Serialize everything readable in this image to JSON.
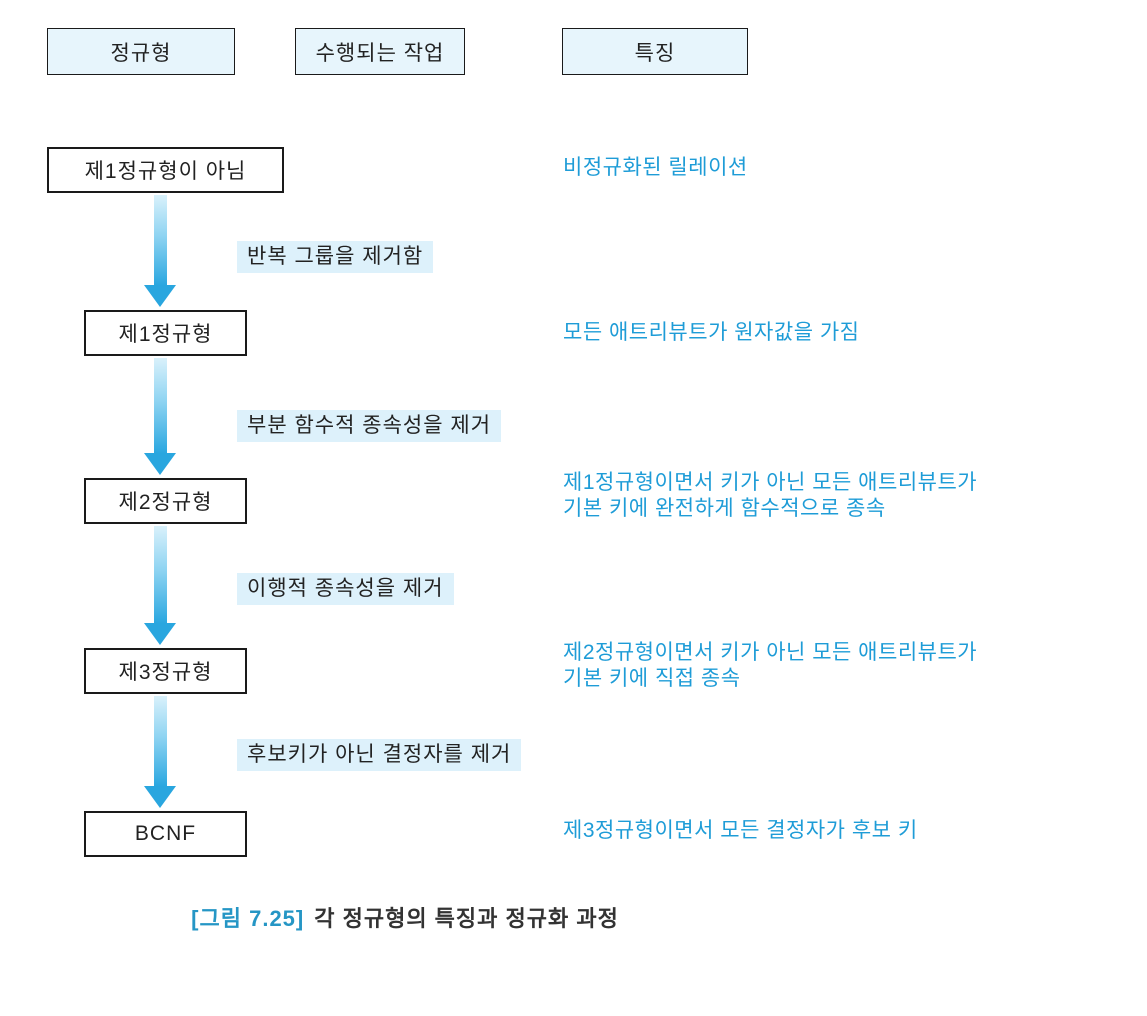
{
  "headers": {
    "col1": "정규형",
    "col2": "수행되는 작업",
    "col3": "특징"
  },
  "flow": {
    "nodes": [
      {
        "label": "제1정규형이 아님"
      },
      {
        "label": "제1정규형"
      },
      {
        "label": "제2정규형"
      },
      {
        "label": "제3정규형"
      },
      {
        "label": "BCNF"
      }
    ],
    "actions": [
      "반복 그룹을 제거함",
      "부분 함수적 종속성을 제거",
      "이행적 종속성을 제거",
      "후보키가 아닌 결정자를 제거"
    ],
    "features": [
      {
        "lines": [
          "비정규화된 릴레이션"
        ]
      },
      {
        "lines": [
          "모든 애트리뷰트가 원자값을 가짐"
        ]
      },
      {
        "lines": [
          "제1정규형이면서 키가 아닌 모든 애트리뷰트가",
          "기본 키에 완전하게 함수적으로 종속"
        ]
      },
      {
        "lines": [
          "제2정규형이면서 키가 아닌 모든 애트리뷰트가",
          "기본 키에 직접 종속"
        ]
      },
      {
        "lines": [
          "제3정규형이면서 모든 결정자가 후보 키"
        ]
      }
    ]
  },
  "caption": {
    "tag": "[그림 7.25]",
    "title": "각 정규형의 특징과 정규화 과정"
  },
  "colors": {
    "feature_text_blue": "#1e9cd7",
    "caption_tag_blue": "#2596c5",
    "header_box_bg": "#e7f5fc",
    "action_bg": "#ddf1fb",
    "arrow_gradient_top": "#d9f1fb",
    "arrow_gradient_bottom": "#2aa7e0",
    "box_border": "#1a1a1a"
  }
}
